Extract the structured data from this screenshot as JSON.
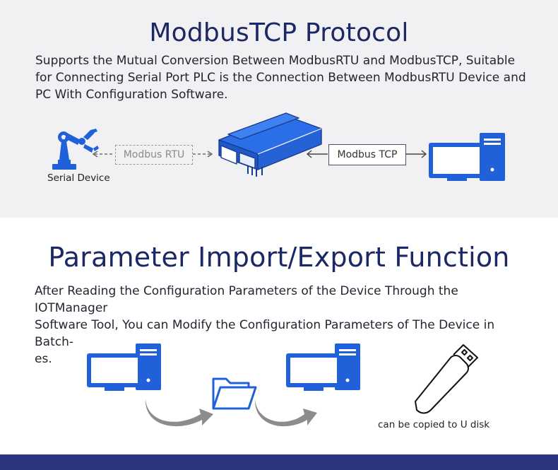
{
  "section1": {
    "title": "ModbusTCP Protocol",
    "desc_lines": [
      "Supports the Mutual Conversion Between ModbusRTU and ModbusTCP, Suitable",
      "for Connecting Serial Port PLC is the Connection Between ModbusRTU Device and",
      "PC With Configuration Software."
    ],
    "serial_device_label": "Serial Device",
    "rtu_box_label": "Modbus RTU",
    "tcp_box_label": "Modbus TCP"
  },
  "section2": {
    "title": "Parameter Import/Export Function",
    "desc_lines": [
      "After Reading the Configuration Parameters of the Device Through the IOTManager",
      "Software Tool, You can Modify the Configuration Parameters of The Device in Batch-",
      "es."
    ],
    "udisk_label": "can be copied to U disk"
  },
  "colors": {
    "title": "#1c2765",
    "accent_blue": "#2060d8",
    "top_background": "#f1f1f3",
    "bottom_bar": "#2e3580",
    "arrow_gray": "#8c8c8c"
  },
  "icons": [
    "robot-arm-icon",
    "gateway-device-icon",
    "computer-icon",
    "folder-icon",
    "usb-drive-icon",
    "curved-arrow-icon"
  ]
}
